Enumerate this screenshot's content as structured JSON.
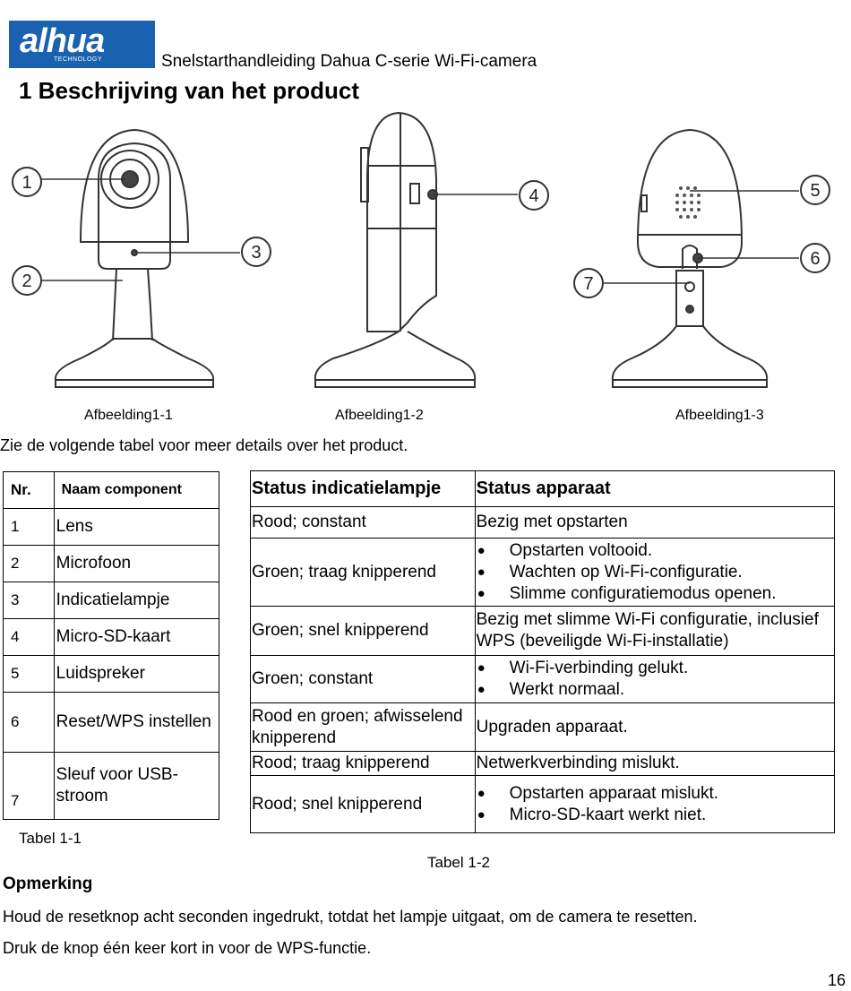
{
  "header": {
    "logo_text": "alhua",
    "logo_sub": "TECHNOLOGY",
    "title": "Snelstarthandleiding Dahua C-serie Wi-Fi-camera"
  },
  "section_title": "1 Beschrijving van het product",
  "figures": {
    "callouts": [
      "1",
      "2",
      "3",
      "4",
      "5",
      "6",
      "7"
    ],
    "captions": [
      "Afbeelding1-1",
      "Afbeelding1-2",
      "Afbeelding1-3"
    ]
  },
  "intro": "Zie de volgende tabel voor meer details over het product.",
  "table1": {
    "headers": [
      "Nr.",
      "Naam component"
    ],
    "rows": [
      {
        "nr": "1",
        "name": "Lens"
      },
      {
        "nr": "2",
        "name": "Microfoon"
      },
      {
        "nr": "3",
        "name": "Indicatielampje"
      },
      {
        "nr": "4",
        "name": "Micro-SD-kaart"
      },
      {
        "nr": "5",
        "name": "Luidspreker"
      },
      {
        "nr": "6",
        "name": "Reset/WPS instellen"
      },
      {
        "nr": "7",
        "name": "Sleuf voor USB-stroom"
      }
    ],
    "caption": "Tabel 1-1"
  },
  "table2": {
    "headers": [
      "Status indicatielampje",
      "Status apparaat"
    ],
    "rows": [
      {
        "status": "Rood; constant",
        "device": "Bezig met opstarten"
      },
      {
        "status": "Groen; traag knipperend",
        "items": [
          "Opstarten voltooid.",
          "Wachten op Wi-Fi-configuratie.",
          "Slimme configuratiemodus openen."
        ]
      },
      {
        "status": "Groen; snel knipperend",
        "device": "Bezig met slimme Wi-Fi configuratie, inclusief WPS (beveiligde Wi-Fi-installatie)"
      },
      {
        "status": "Groen; constant",
        "items": [
          "Wi-Fi-verbinding gelukt.",
          "Werkt normaal."
        ]
      },
      {
        "status": "Rood en groen; afwisselend knipperend",
        "device": "Upgraden apparaat."
      },
      {
        "status": "Rood; traag knipperend",
        "device": "Netwerkverbinding mislukt."
      },
      {
        "status": "Rood; snel knipperend",
        "items": [
          "Opstarten apparaat mislukt.",
          "Micro-SD-kaart werkt niet."
        ]
      }
    ],
    "caption": "Tabel 1-2"
  },
  "note": {
    "title": "Opmerking",
    "lines": [
      "Houd de resetknop acht seconden ingedrukt, totdat het lampje uitgaat, om de camera te resetten.",
      "Druk de knop één keer kort in voor de WPS-functie."
    ]
  },
  "page_number": "16",
  "colors": {
    "logo_blue": "#1a62b0"
  }
}
